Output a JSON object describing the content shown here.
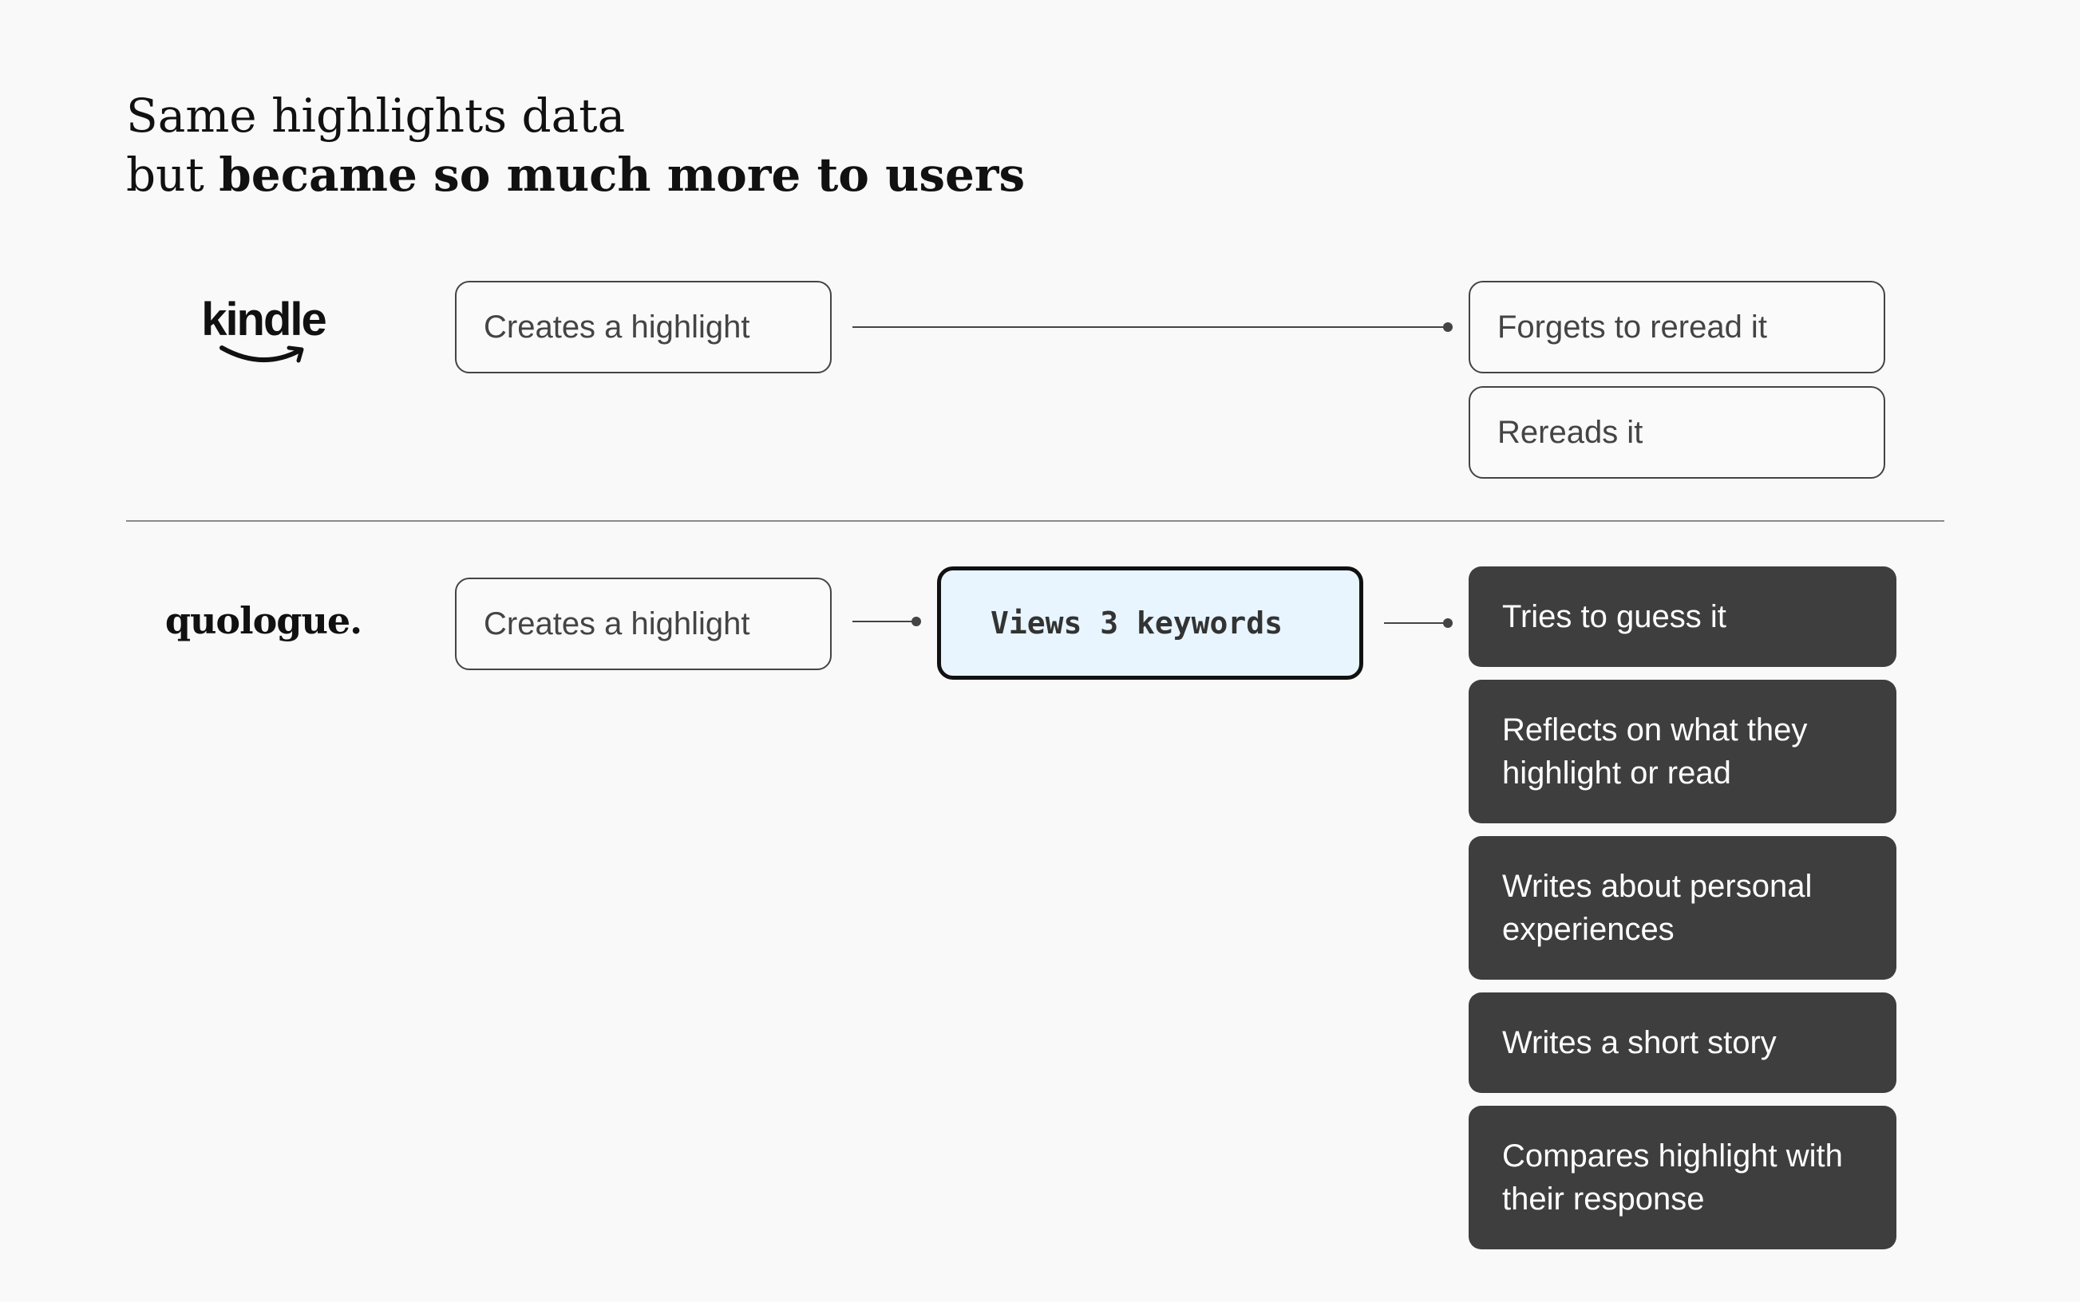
{
  "heading": {
    "line1": "Same highlights data",
    "line2_regular": "but ",
    "line2_bold": "became so much more to users"
  },
  "kindle": {
    "logo_text": "kindle",
    "step1": "Creates a highlight",
    "outcomes": [
      "Forgets to reread it",
      "Rereads it"
    ]
  },
  "quologue": {
    "logo_text": "quologue.",
    "step1": "Creates a highlight",
    "step2": "Views 3 keywords",
    "outcomes": [
      "Tries to guess it",
      "Reflects on what they highlight or read",
      "Writes about personal experiences",
      "Writes a short story",
      "Compares highlight with their response"
    ]
  },
  "colors": {
    "background": "#f9f9f9",
    "outcome_dark": "#3e3e3e",
    "keyword_fill": "#e8f5fe",
    "stroke": "#444444"
  }
}
